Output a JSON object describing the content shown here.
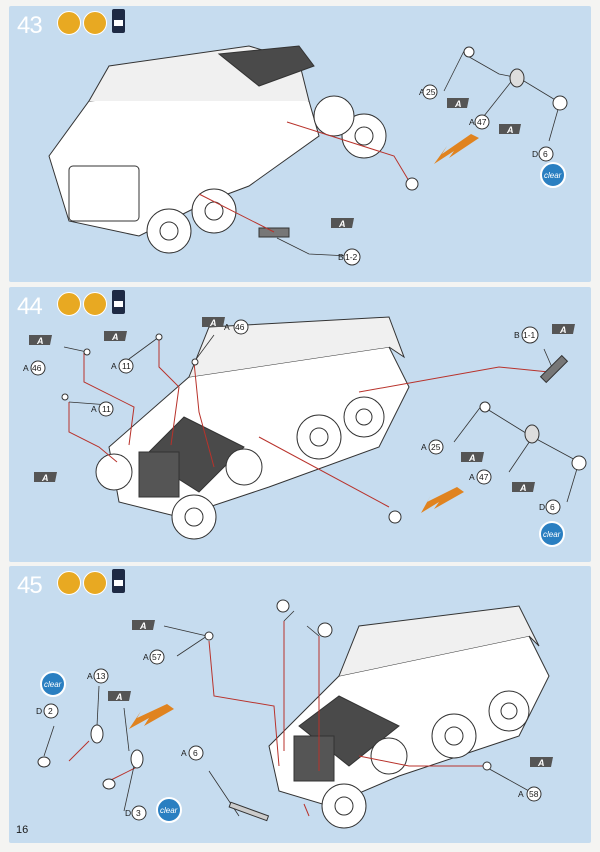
{
  "page": {
    "number": "16"
  },
  "steps": [
    {
      "number": "43",
      "callouts": [
        "A",
        "25",
        "A",
        "47",
        "D",
        "6",
        "B",
        "1-2"
      ],
      "flag": "A",
      "clear": "clear"
    },
    {
      "number": "44",
      "callouts": [
        "A",
        "46",
        "A",
        "11",
        "A",
        "11",
        "A",
        "46",
        "B",
        "1-1",
        "A",
        "25",
        "A",
        "47",
        "D",
        "6"
      ],
      "flag": "A",
      "clear": "clear"
    },
    {
      "number": "45",
      "callouts": [
        "A",
        "57",
        "A",
        "13",
        "D",
        "2",
        "D",
        "3",
        "A",
        "6",
        "A",
        "58"
      ],
      "flag": "A",
      "clear": "clear"
    }
  ],
  "colors": {
    "panel": "#c6dcef",
    "paint": "#e8a922",
    "arrow": "#e0831f",
    "leader": "#b8322b",
    "line": "#333333"
  },
  "icons": [
    "paint-pot-icon",
    "brush-icon",
    "paint-bottle-icon",
    "flag-a-icon",
    "clear-badge-icon",
    "direction-arrow-icon"
  ]
}
